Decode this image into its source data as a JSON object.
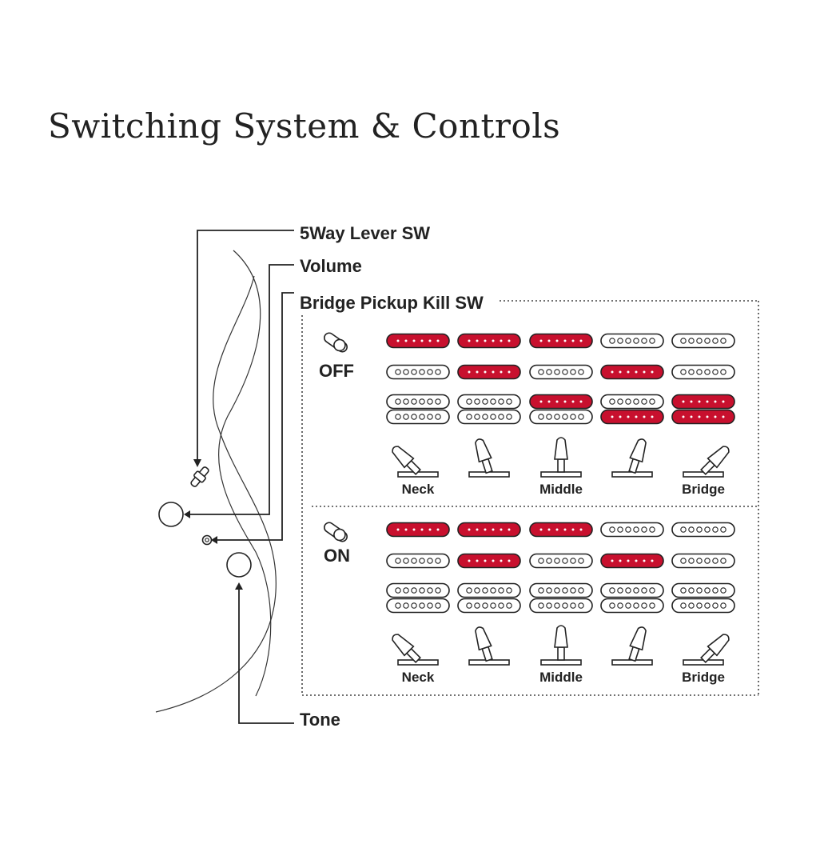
{
  "title": "Switching System & Controls",
  "callouts": {
    "lever_sw": "5Way Lever SW",
    "volume": "Volume",
    "kill_sw": "Bridge Pickup Kill SW",
    "tone": "Tone"
  },
  "colors": {
    "active": "#c8102e",
    "ink": "#222222"
  },
  "positions": [
    "Neck",
    "",
    "Middle",
    "",
    "Bridge"
  ],
  "panels": [
    {
      "state": "OFF",
      "neck": [
        true,
        true,
        true,
        false,
        false
      ],
      "middle": [
        false,
        true,
        false,
        true,
        false
      ],
      "bridge_top": [
        false,
        false,
        true,
        false,
        true
      ],
      "bridge_bottom": [
        false,
        false,
        false,
        true,
        true
      ]
    },
    {
      "state": "ON",
      "neck": [
        true,
        true,
        true,
        false,
        false
      ],
      "middle": [
        false,
        true,
        false,
        true,
        false
      ],
      "bridge_top": [
        false,
        false,
        false,
        false,
        false
      ],
      "bridge_bottom": [
        false,
        false,
        false,
        false,
        false
      ]
    }
  ]
}
